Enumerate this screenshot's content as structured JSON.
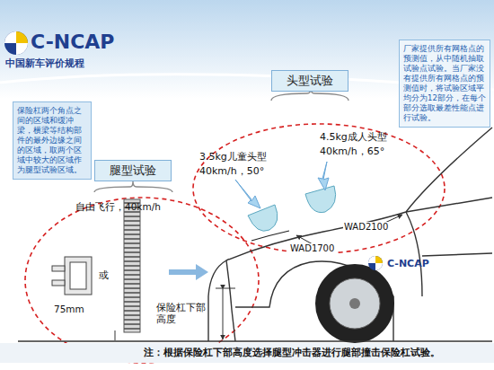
{
  "diagram": {
    "nodes": [
      {
        "text": [
          "保险杠两个角点之间的区域和缓冲梁，横梁等结构部件的最外边缘之间的区域，取两个区域中较大的区域作为腿型试验区域。"
        ]
      },
      {
        "text": [
          "厂家提供所有网格点的预测值，从中随机抽取试验点试验。当厂家没有提供所有网格点的预测值时，将试验区域平均分为12部分，在每个部分选取最差性能点进行试验。"
        ]
      },
      {
        "text": [
          "头型试验"
        ]
      },
      {
        "text": [
          "腿型试验"
        ]
      }
    ],
    "labels": [
      "C-NCAP",
      "中国新车评价规程",
      "3.5kg儿童头型",
      "40km/h，50°",
      "4.5kg成人头型",
      "40km/h，65°",
      "WAD1700",
      "WAD2100",
      "自由飞行，40km/h",
      "或",
      "75mm",
      "保险杠下部高度",
      "C-NCAP",
      "注：根据保险杠下部高度选择腿型冲击器进行腿部撞击保险杠试验。"
    ]
  }
}
